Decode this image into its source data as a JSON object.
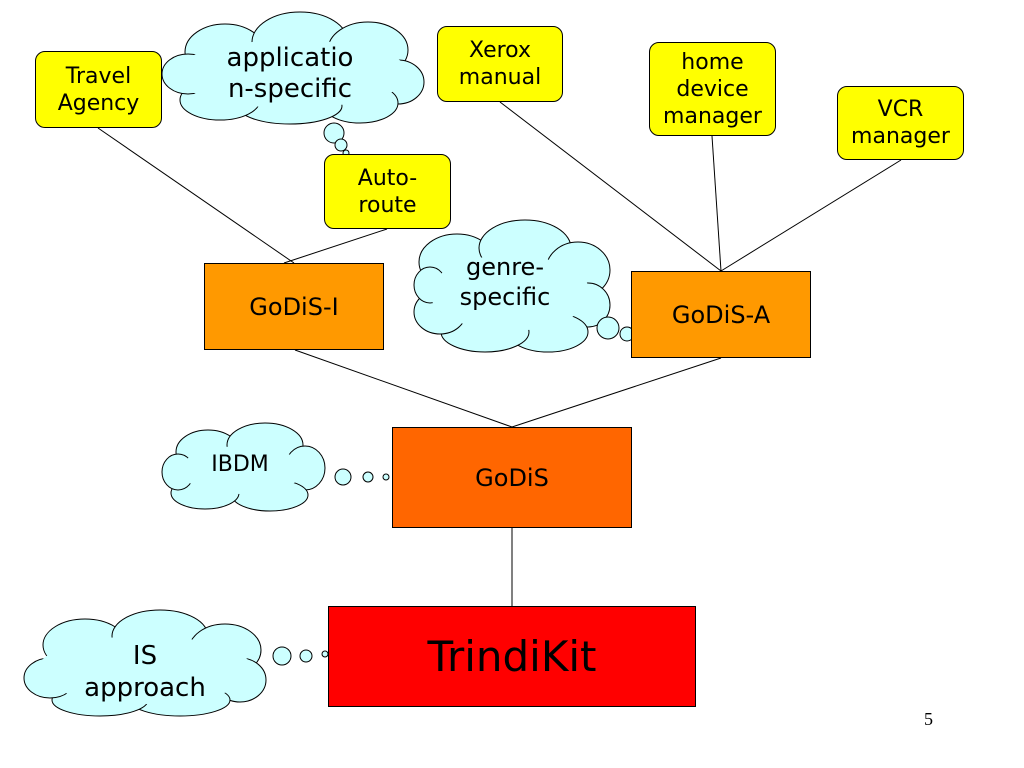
{
  "nodes": {
    "travel_agency": "Travel\nAgency",
    "xerox_manual": "Xerox\nmanual",
    "home_device_manager": "home\ndevice\nmanager",
    "vcr_manager": "VCR\nmanager",
    "auto_route": "Auto-\nroute",
    "godis_i": "GoDiS-I",
    "godis_a": "GoDiS-A",
    "godis": "GoDiS",
    "trindikit": "TrindiKit"
  },
  "clouds": {
    "application_specific": "applicatio\nn-specific",
    "genre_specific": "genre-\nspecific",
    "ibdm": "IBDM",
    "is_approach": "IS\napproach"
  },
  "colors": {
    "app_box": "#ffff00",
    "godis_variant": "#ff9900",
    "godis_core": "#ff6600",
    "trindikit": "#ff0000",
    "cloud": "#ccffff"
  },
  "page_number": "5"
}
